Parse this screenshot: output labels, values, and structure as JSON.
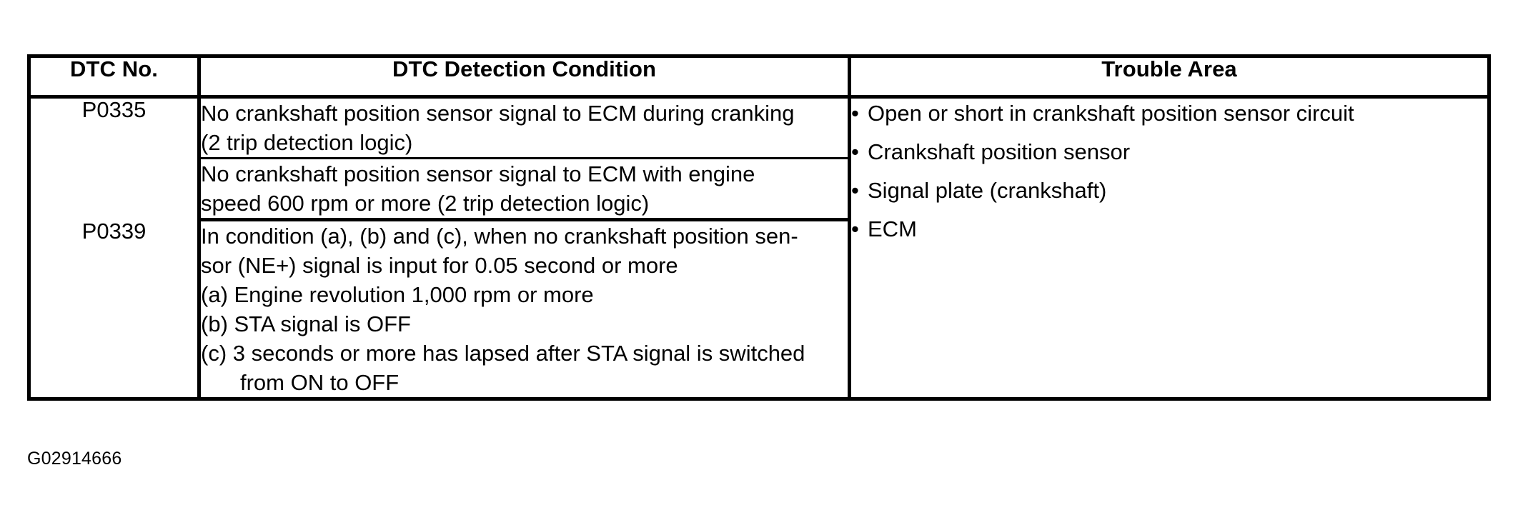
{
  "table": {
    "headers": {
      "dtc_no": "DTC No.",
      "detection_condition": "DTC Detection Condition",
      "trouble_area": "Trouble Area"
    },
    "rows": [
      {
        "dtc_no": "P0335",
        "conditions": [
          {
            "lines": [
              {
                "text": "No crankshaft position sensor signal to ECM during cranking",
                "indent": false
              },
              {
                "text": "(2 trip detection logic)",
                "indent": false
              }
            ]
          },
          {
            "lines": [
              {
                "text": "No crankshaft position sensor signal to ECM with engine",
                "indent": false
              },
              {
                "text": "speed 600 rpm or more (2 trip detection logic)",
                "indent": false
              }
            ]
          }
        ]
      },
      {
        "dtc_no": "P0339",
        "conditions": [
          {
            "lines": [
              {
                "text": "In condition (a), (b) and (c), when no crankshaft position sen-",
                "indent": false
              },
              {
                "text": "sor (NE+) signal is input for 0.05 second or more",
                "indent": false
              },
              {
                "text": "(a) Engine revolution 1,000 rpm or more",
                "indent": false
              },
              {
                "text": "(b) STA signal is OFF",
                "indent": false
              },
              {
                "text": "(c) 3 seconds or more has lapsed after STA signal is switched",
                "indent": false
              },
              {
                "text": "from ON to OFF",
                "indent": true
              }
            ]
          }
        ]
      }
    ],
    "trouble_area": {
      "bullet": "•",
      "items": [
        "Open or short in crankshaft position sensor circuit",
        "Crankshaft position sensor",
        "Signal plate (crankshaft)",
        "ECM"
      ]
    }
  },
  "caption": "G02914666",
  "colors": {
    "border": "#000000",
    "text": "#000000",
    "background": "#ffffff"
  }
}
